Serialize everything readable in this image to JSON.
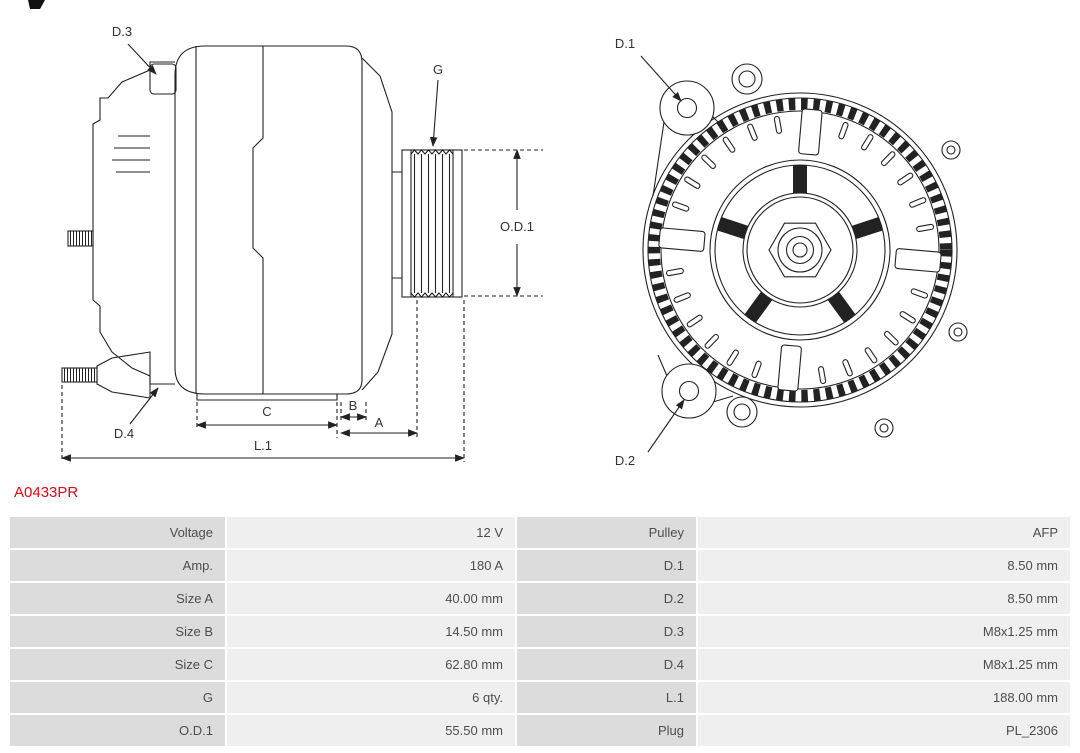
{
  "part_number": "A0433PR",
  "colors": {
    "accent_red": "#e30613",
    "table_label_bg": "#dcdcdc",
    "table_value_bg": "#efefef"
  },
  "diagram": {
    "side_labels": {
      "d3": "D.3",
      "d4": "D.4",
      "g": "G",
      "od1": "O.D.1",
      "c": "C",
      "b": "B",
      "a": "A",
      "l1": "L.1"
    },
    "rear_labels": {
      "d1": "D.1",
      "d2": "D.2"
    }
  },
  "table": {
    "rows": [
      {
        "left_label": "Voltage",
        "left_value": "12 V",
        "right_label": "Pulley",
        "right_value": "AFP"
      },
      {
        "left_label": "Amp.",
        "left_value": "180 A",
        "right_label": "D.1",
        "right_value": "8.50 mm"
      },
      {
        "left_label": "Size A",
        "left_value": "40.00 mm",
        "right_label": "D.2",
        "right_value": "8.50 mm"
      },
      {
        "left_label": "Size B",
        "left_value": "14.50 mm",
        "right_label": "D.3",
        "right_value": "M8x1.25 mm"
      },
      {
        "left_label": "Size C",
        "left_value": "62.80 mm",
        "right_label": "D.4",
        "right_value": "M8x1.25 mm"
      },
      {
        "left_label": "G",
        "left_value": "6 qty.",
        "right_label": "L.1",
        "right_value": "188.00 mm"
      },
      {
        "left_label": "O.D.1",
        "left_value": "55.50 mm",
        "right_label": "Plug",
        "right_value": "PL_2306"
      }
    ]
  }
}
